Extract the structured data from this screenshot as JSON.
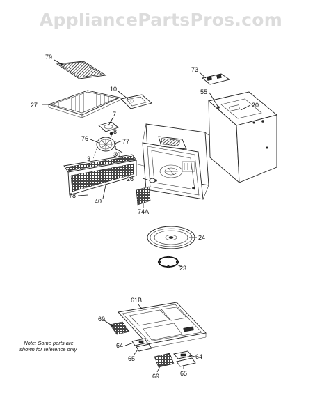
{
  "watermark": "AppliancePartsPros.com",
  "note": "Note: Some parts are shown for reference only.",
  "labels": {
    "p79": "79",
    "p27": "27",
    "p10": "10",
    "p7": "7",
    "p8": "8",
    "p76": "76",
    "p77": "77",
    "p30": "30",
    "p3": "3",
    "p26": "26",
    "p78": "78",
    "p40": "40",
    "p74A": "74A",
    "p73": "73",
    "p55": "55",
    "p20": "20",
    "p24": "24",
    "p23": "23",
    "p61B": "61B",
    "p69a": "69",
    "p64a": "64",
    "p65a": "65",
    "p69b": "69",
    "p64b": "64",
    "p65b": "65"
  }
}
